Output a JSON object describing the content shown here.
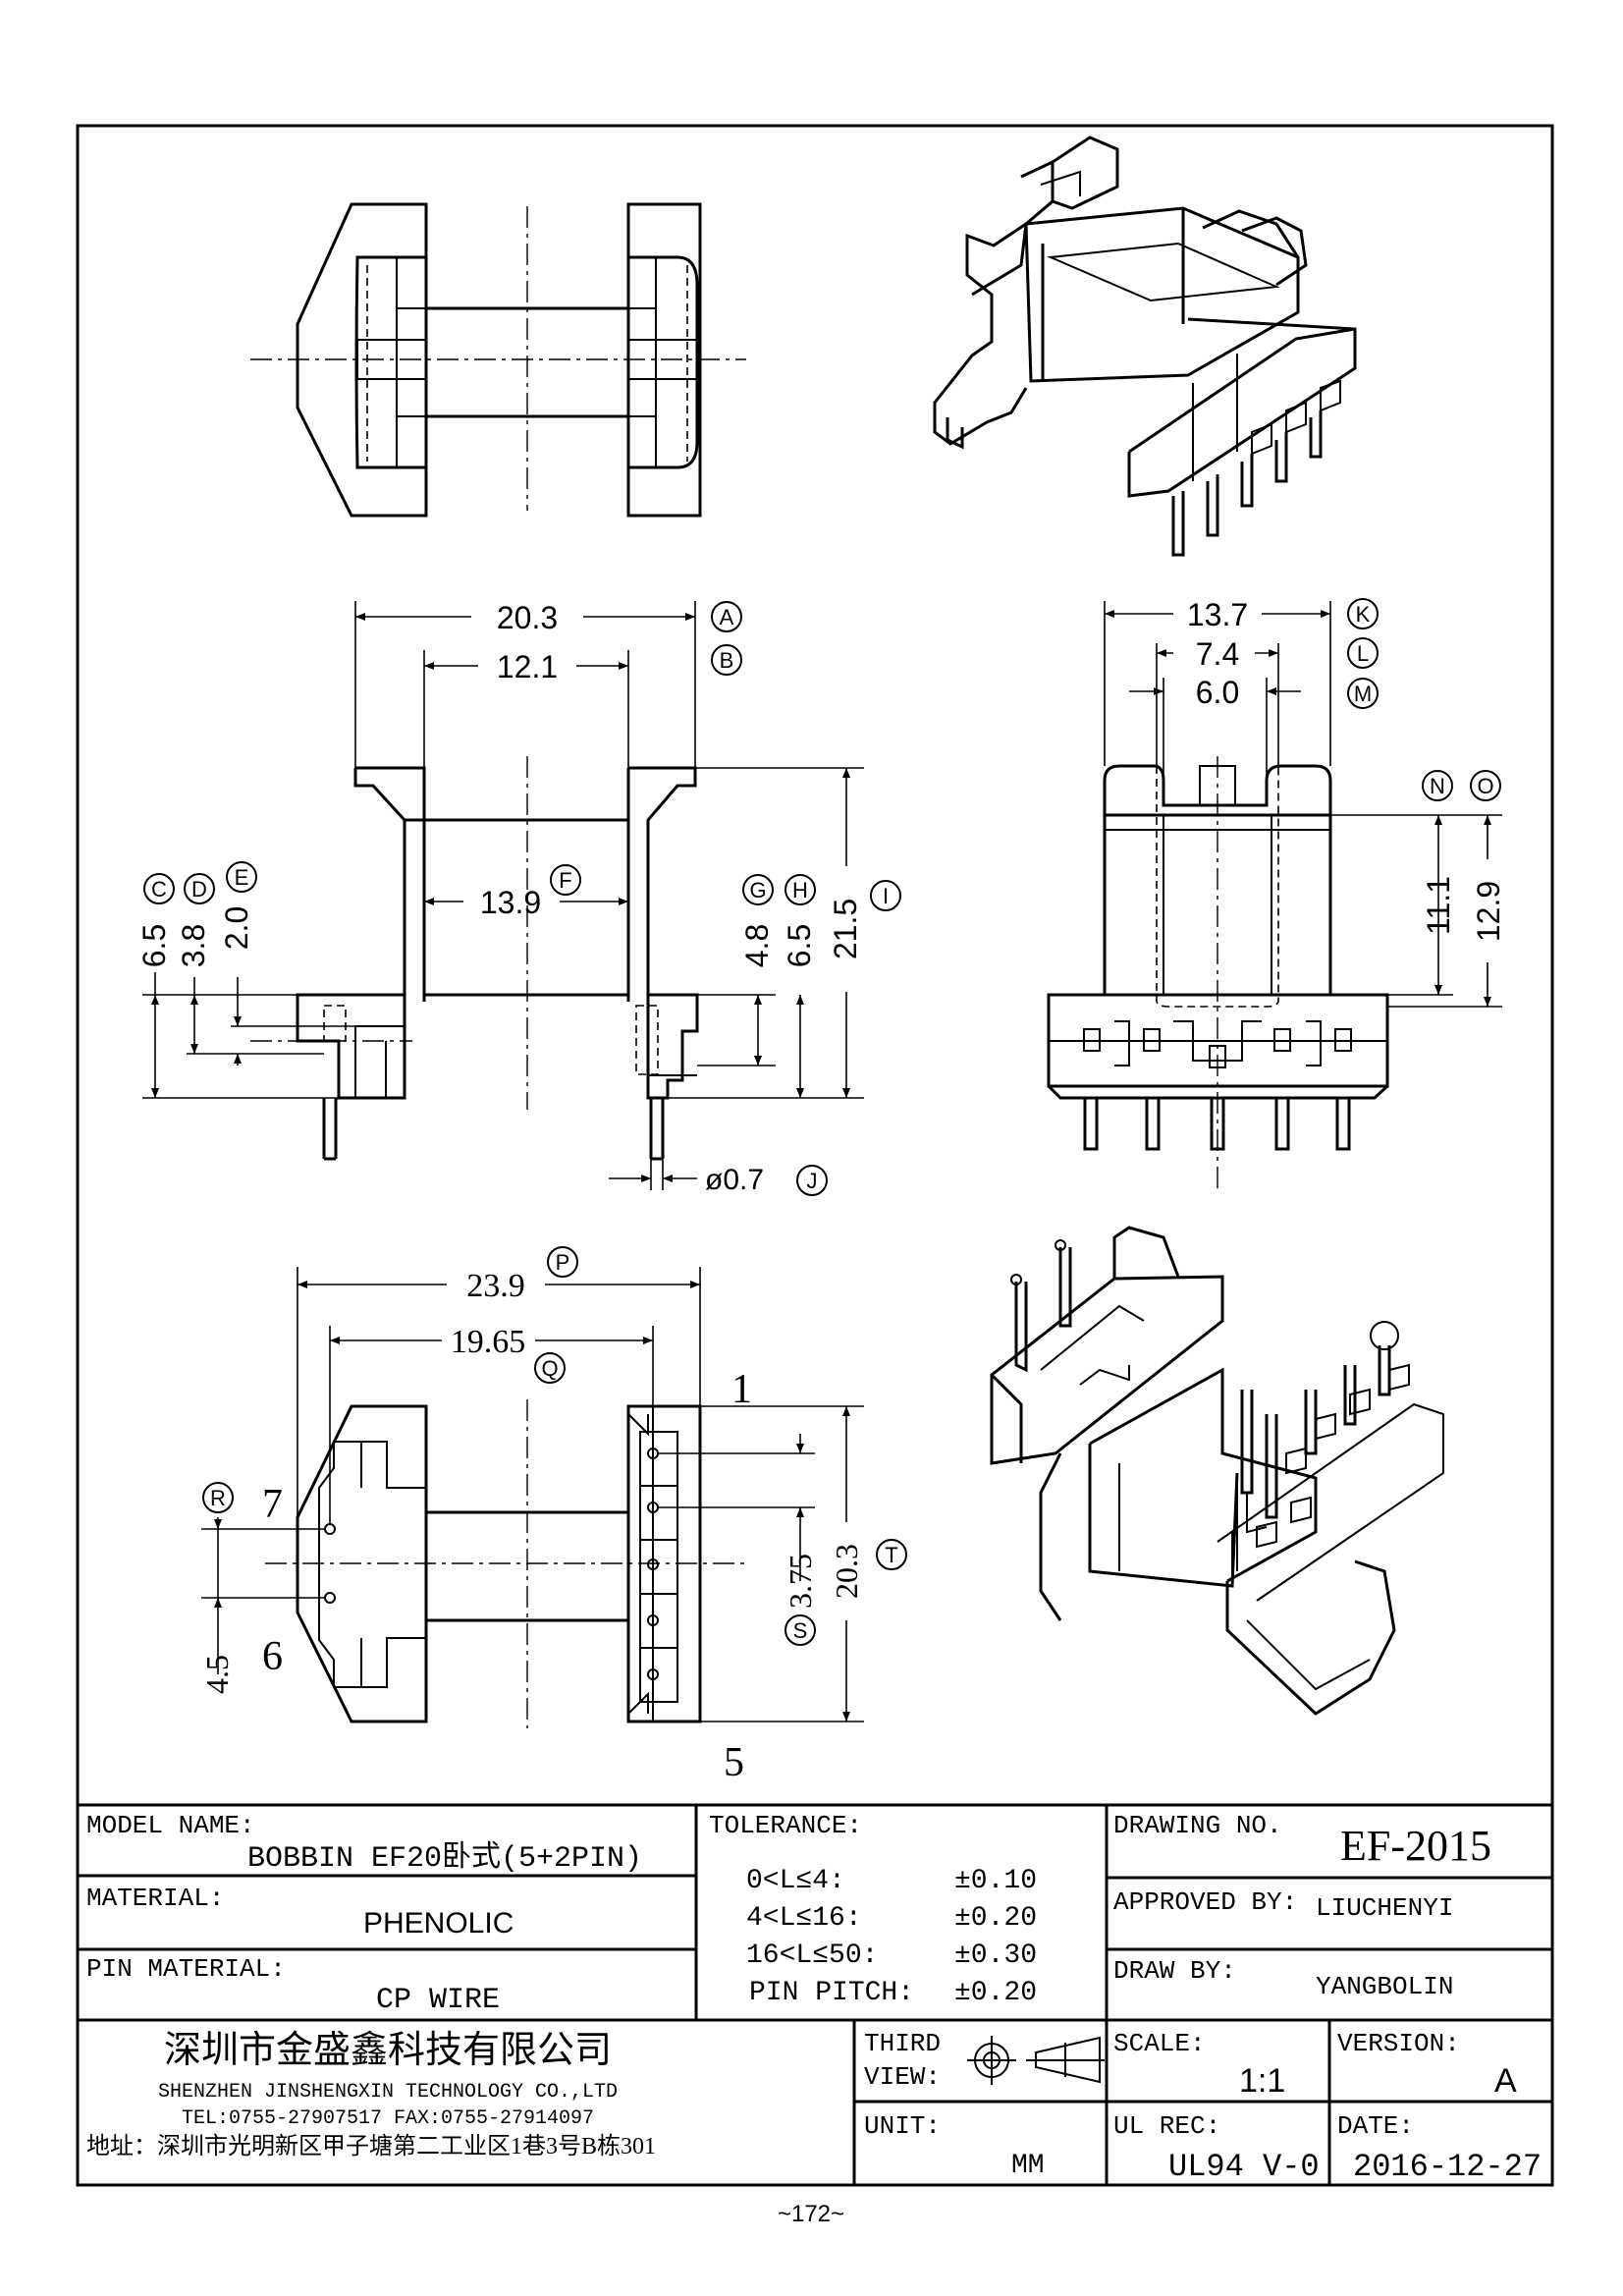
{
  "dimensions": {
    "A": "20.3",
    "B": "12.1",
    "C": "6.5",
    "D": "3.8",
    "E": "2.0",
    "F": "13.9",
    "G": "4.8",
    "H": "6.5",
    "I": "21.5",
    "J": "ø0.7",
    "K": "13.7",
    "L": "7.4",
    "M": "6.0",
    "N": "11.1",
    "O": "12.9",
    "P": "23.9",
    "Q": "19.65",
    "R": "4.5",
    "S": "3.75",
    "T": "20.3"
  },
  "pin_labels": {
    "p1": "1",
    "p5": "5",
    "p6": "6",
    "p7": "7"
  },
  "title_block": {
    "model_name_label": "MODEL NAME:",
    "model_name_value": "BOBBIN EF20卧式(5+2PIN)",
    "material_label": "MATERIAL:",
    "material_value": "PHENOLIC",
    "pin_material_label": "PIN MATERIAL:",
    "pin_material_value": "CP WIRE",
    "tolerance_label": "TOLERANCE:",
    "tolerance_rows": [
      {
        "range": "0<L≤4:",
        "value": "±0.10"
      },
      {
        "range": "4<L≤16:",
        "value": "±0.20"
      },
      {
        "range": "16<L≤50:",
        "value": "±0.30"
      },
      {
        "range": "PIN PITCH:",
        "value": "±0.20"
      }
    ],
    "drawing_no_label": "DRAWING NO.",
    "drawing_no_value": "EF-2015",
    "approved_by_label": "APPROVED BY:",
    "approved_by_value": "LIUCHENYI",
    "draw_by_label": "DRAW BY:",
    "draw_by_value": "YANGBOLIN",
    "company_cn": "深圳市金盛鑫科技有限公司",
    "company_en": "SHENZHEN JINSHENGXIN TECHNOLOGY CO.,LTD",
    "company_tel": "TEL:0755-27907517 FAX:0755-27914097",
    "company_addr": "地址：深圳市光明新区甲子塘第二工业区1巷3号B栋301",
    "third_view_label_1": "THIRD",
    "third_view_label_2": "VIEW:",
    "unit_label": "UNIT:",
    "unit_value": "MM",
    "scale_label": "SCALE:",
    "scale_value": "1:1",
    "version_label": "VERSION:",
    "version_value": "A",
    "ul_rec_label": "UL REC:",
    "ul_rec_value": "UL94 V-0",
    "date_label": "DATE:",
    "date_value": "2016-12-27"
  },
  "page_number": "~172~"
}
